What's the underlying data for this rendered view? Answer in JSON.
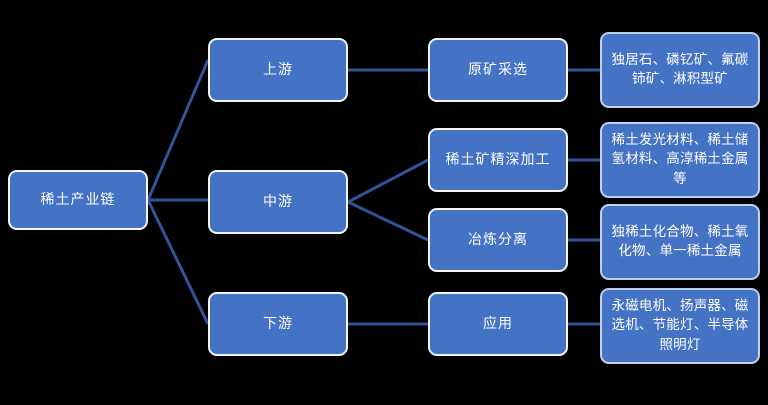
{
  "diagram": {
    "title": "稀土产业链",
    "background_color": "#000000",
    "node_fill_color": "#4472C4",
    "node_text_color": "#FFFFFF",
    "edge_color": "#2F5597",
    "root": {
      "label": "稀土产业链"
    },
    "tiers": [
      {
        "id": "upstream",
        "label": "上游"
      },
      {
        "id": "midstream",
        "label": "中游"
      },
      {
        "id": "downstream",
        "label": "下游"
      }
    ],
    "stages": [
      {
        "id": "mining",
        "label": "原矿采选"
      },
      {
        "id": "deep-processing",
        "label": "稀土矿精深加工"
      },
      {
        "id": "smelting-separation",
        "label": "冶炼分离"
      },
      {
        "id": "application",
        "label": "应用"
      }
    ],
    "details": [
      {
        "id": "mining-detail",
        "label": "独居石、磷钇矿、氟碳铈矿、淋积型矿"
      },
      {
        "id": "deep-processing-detail",
        "label": "稀土发光材料、稀土储氢材料、高淳稀土金属等"
      },
      {
        "id": "smelting-separation-detail",
        "label": "独稀土化合物、稀土氧化物、单一稀土金属"
      },
      {
        "id": "application-detail",
        "label": "永磁电机、扬声器、磁选机、节能灯、半导体照明灯"
      }
    ]
  }
}
